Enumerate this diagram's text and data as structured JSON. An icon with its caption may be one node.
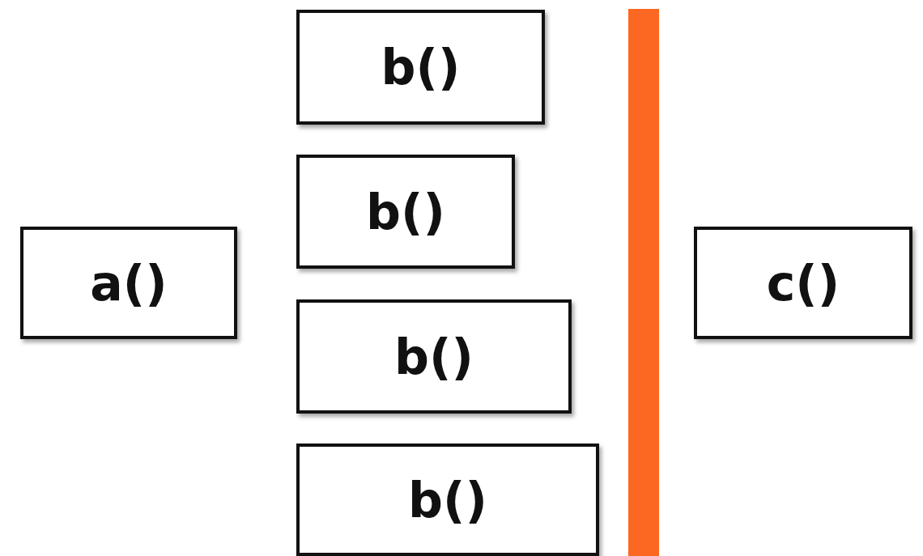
{
  "diagram": {
    "nodes": [
      {
        "text": [
          "a()"
        ]
      },
      {
        "text": [
          "b()"
        ]
      },
      {
        "text": [
          "b()"
        ]
      },
      {
        "text": [
          "b()"
        ]
      },
      {
        "text": [
          "b()"
        ]
      },
      {
        "text": [],
        "shape": "bar"
      },
      {
        "text": [
          "c()"
        ]
      }
    ]
  }
}
